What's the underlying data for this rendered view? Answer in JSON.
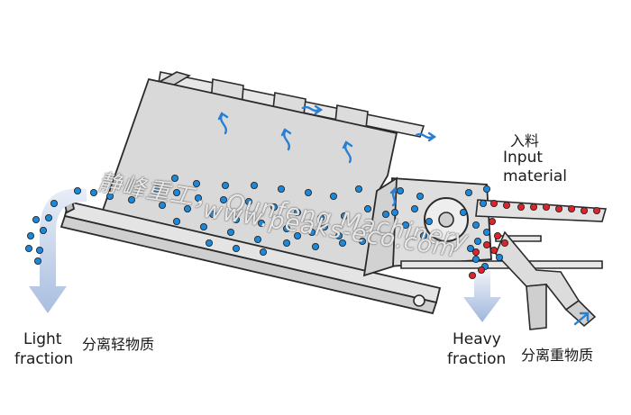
{
  "labels": {
    "input_cn": "入料",
    "input_en_line1": "Input",
    "input_en_line2": "material",
    "light_en_line1": "Light",
    "light_en_line2": "fraction",
    "light_cn": "分离轻物质",
    "heavy_en_line1": "Heavy",
    "heavy_en_line2": "fraction",
    "heavy_cn": "分离重物质"
  },
  "watermark": {
    "line1": "静峰重工，  Qunfeng Machinery",
    "line2": "www.peaks-eco.com"
  },
  "colors": {
    "light_particle": "#1e88d8",
    "heavy_particle": "#d8262c",
    "machine_fill": "#d9d9d9",
    "machine_stroke": "#2a2a2a",
    "arrow_fill": "#b9cbe6",
    "airflow": "#2a7fd0"
  }
}
